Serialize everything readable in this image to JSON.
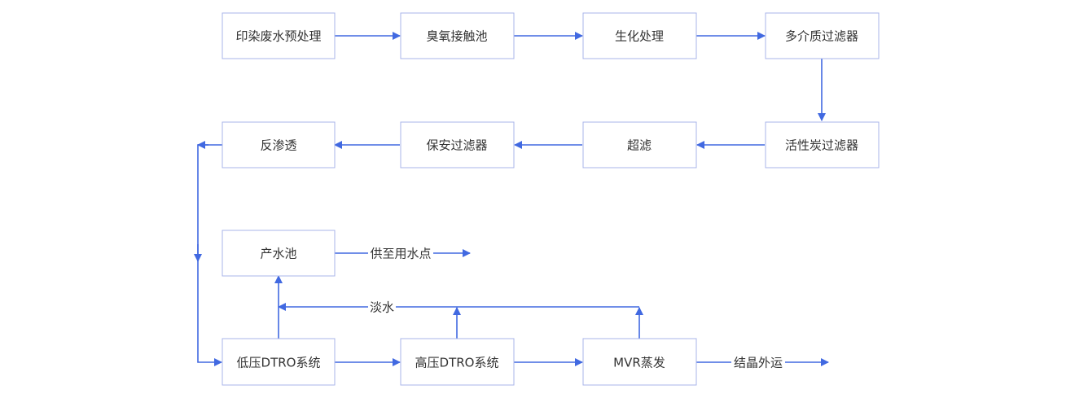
{
  "diagram": {
    "nodes": {
      "pretreatment": "印染废水预处理",
      "ozone_contact": "臭氧接触池",
      "biochem": "生化处理",
      "multimedia_filter": "多介质过滤器",
      "carbon_filter": "活性炭过滤器",
      "ultrafiltration": "超滤",
      "security_filter": "保安过滤器",
      "reverse_osmosis": "反渗透",
      "product_tank": "产水池",
      "low_dtro": "低压DTRO系统",
      "high_dtro": "高压DTRO系统",
      "mvr": "MVR蒸发"
    },
    "edge_labels": {
      "supply": "供至用水点",
      "fresh_water": "淡水",
      "crystal_out": "结晶外运"
    },
    "colors": {
      "edge": "#4169e1",
      "node_border": "#a9b4ea",
      "node_fill": "#ffffff",
      "text": "#333333"
    }
  }
}
